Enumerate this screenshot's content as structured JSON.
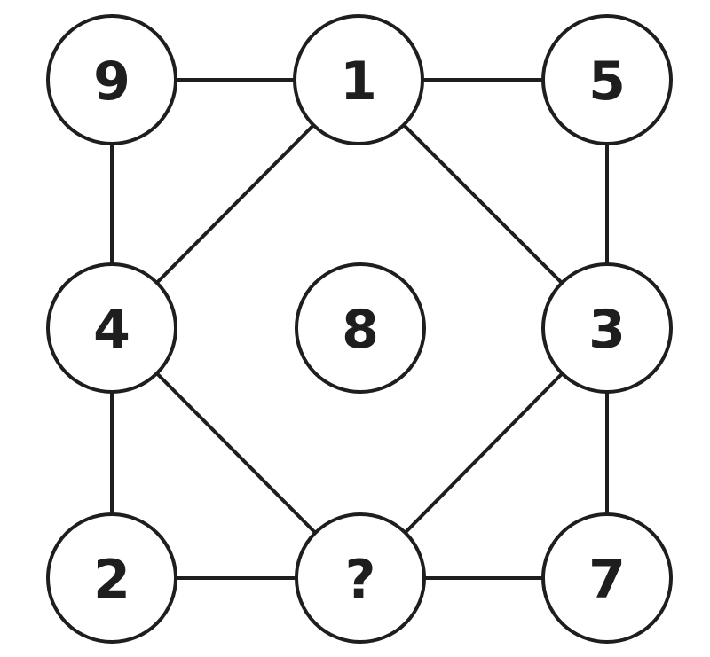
{
  "puzzle": {
    "nodes": [
      {
        "id": "top-left",
        "label": "9"
      },
      {
        "id": "top-center",
        "label": "1"
      },
      {
        "id": "top-right",
        "label": "5"
      },
      {
        "id": "middle-left",
        "label": "4"
      },
      {
        "id": "center",
        "label": "8"
      },
      {
        "id": "middle-right",
        "label": "3"
      },
      {
        "id": "bottom-left",
        "label": "2"
      },
      {
        "id": "bottom-center",
        "label": "?"
      },
      {
        "id": "bottom-right",
        "label": "7"
      }
    ],
    "edges": [
      [
        "top-left",
        "top-center"
      ],
      [
        "top-center",
        "top-right"
      ],
      [
        "top-left",
        "middle-left"
      ],
      [
        "top-right",
        "middle-right"
      ],
      [
        "top-center",
        "middle-left"
      ],
      [
        "top-center",
        "middle-right"
      ],
      [
        "middle-left",
        "bottom-left"
      ],
      [
        "middle-right",
        "bottom-right"
      ],
      [
        "middle-left",
        "bottom-center"
      ],
      [
        "middle-right",
        "bottom-center"
      ],
      [
        "bottom-left",
        "bottom-center"
      ],
      [
        "bottom-center",
        "bottom-right"
      ]
    ],
    "colors": {
      "stroke": "#1e1e1e",
      "fill": "#ffffff",
      "text": "#1e1e1e"
    }
  }
}
